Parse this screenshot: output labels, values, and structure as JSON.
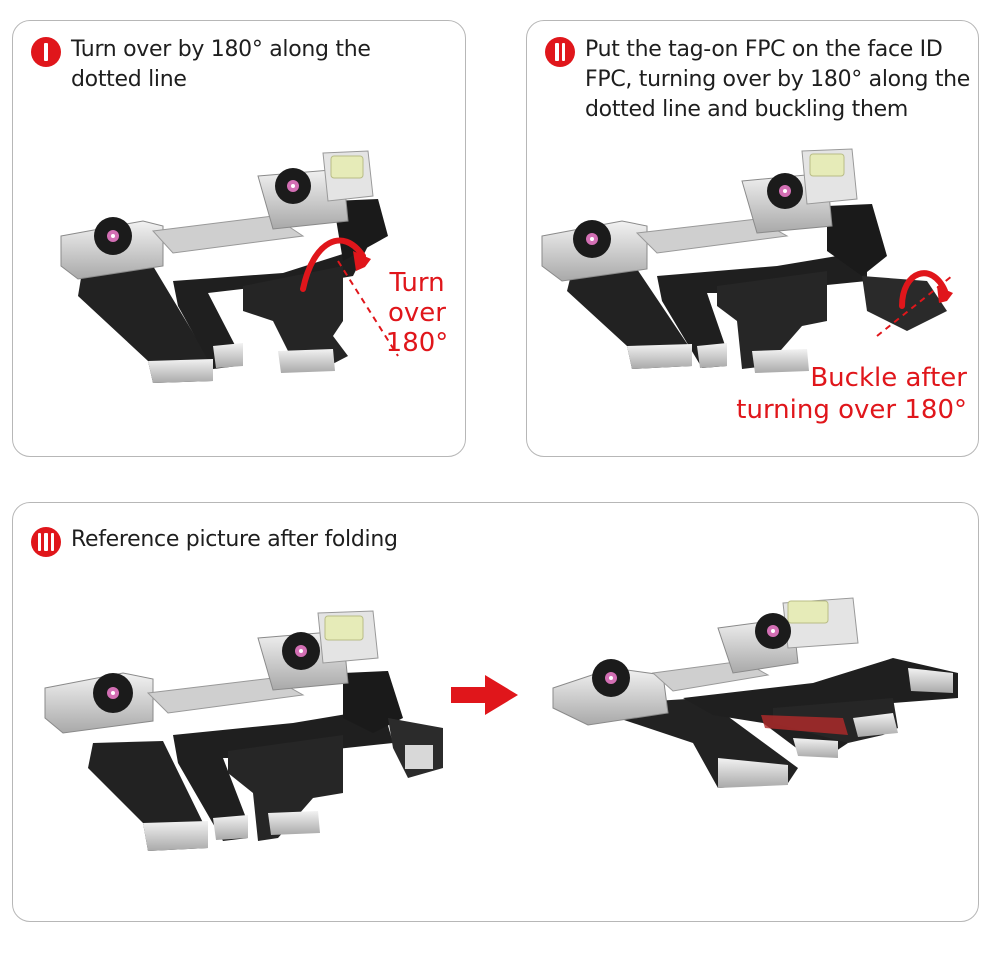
{
  "steps": [
    {
      "title": "Turn over by 180° along the dotted line",
      "annotation_lines": [
        "Turn",
        "over",
        "180°"
      ]
    },
    {
      "title": "Put the tag-on FPC on the face ID FPC, turning over by 180° along the dotted line and buckling them",
      "annotation_lines": [
        "Buckle after",
        "turning over 180°"
      ]
    },
    {
      "title": "Reference picture after folding"
    }
  ],
  "icons": {
    "step_badge": "roman-numeral-badge-icon",
    "arrow": "red-right-arrow-icon",
    "fold": "curved-arrow-icon"
  },
  "colors": {
    "accent": "#e0161b",
    "panel_border": "#b7b7b7",
    "flex_cable": "#1f1f1f",
    "metal": "#d4d4d4",
    "text": "#1e1e1e"
  }
}
